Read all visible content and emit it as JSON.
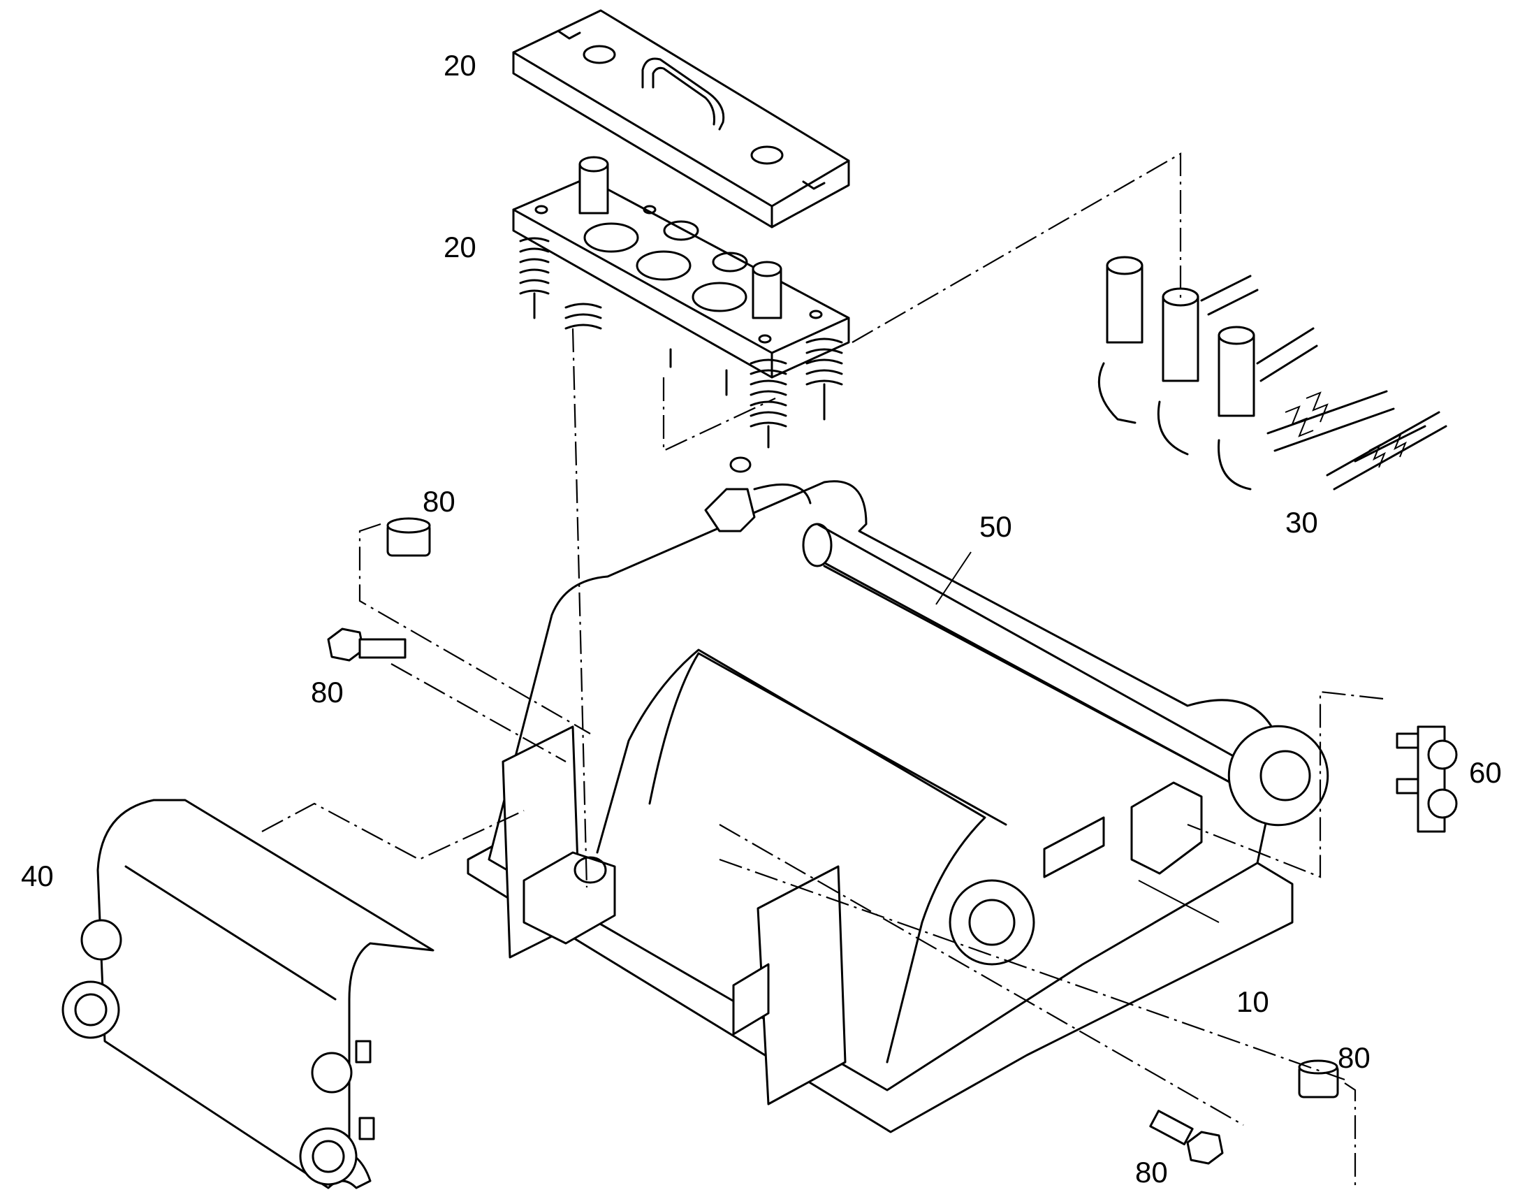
{
  "callouts": [
    {
      "id": "c20a",
      "label": "20"
    },
    {
      "id": "c20b",
      "label": "20"
    },
    {
      "id": "c30",
      "label": "30"
    },
    {
      "id": "c50",
      "label": "50"
    },
    {
      "id": "c80a",
      "label": "80"
    },
    {
      "id": "c80b",
      "label": "80"
    },
    {
      "id": "c60",
      "label": "60"
    },
    {
      "id": "c40",
      "label": "40"
    },
    {
      "id": "c10",
      "label": "10"
    },
    {
      "id": "c80c",
      "label": "80"
    },
    {
      "id": "c80d",
      "label": "80"
    }
  ]
}
